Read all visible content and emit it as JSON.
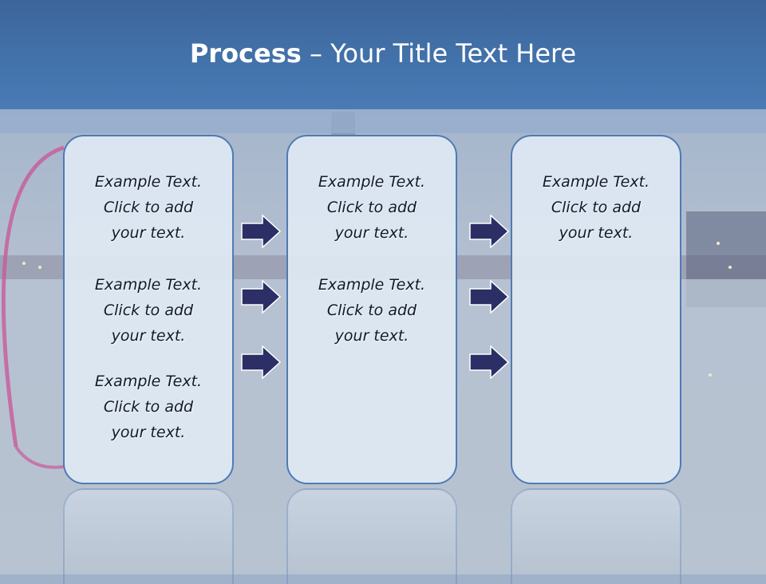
{
  "slide": {
    "title_bold": "Process",
    "title_rest": " – Your Title Text Here"
  },
  "columns": [
    {
      "blocks": [
        "Example Text.\nClick  to add\nyour text.",
        "Example Text.\nClick  to add\nyour text.",
        "Example Text.\nClick  to add\nyour text."
      ]
    },
    {
      "blocks": [
        "Example Text.\nClick  to add\nyour text.",
        "Example Text.\nClick  to add\nyour text."
      ]
    },
    {
      "blocks": [
        "Example Text.\nClick  to add\nyour text."
      ]
    }
  ],
  "colors": {
    "title_bar": "#4373ab",
    "box_border": "#4f7ab5",
    "arrow_fill": "#2b2f66"
  },
  "icons": [
    "right-arrow-icon"
  ]
}
